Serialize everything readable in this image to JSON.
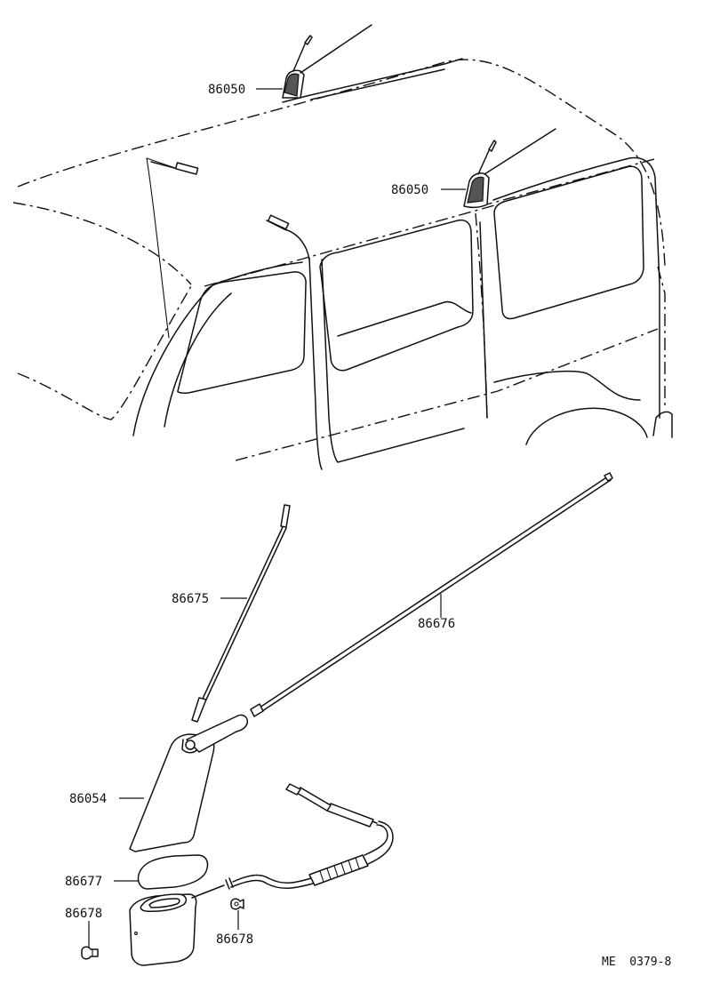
{
  "parts": {
    "antenna_assy_upper_left": "86050",
    "antenna_assy_upper_right": "86050",
    "antenna_mast_short": "86675",
    "antenna_rod_long": "86676",
    "antenna_base": "86054",
    "antenna_pad": "86677",
    "antenna_clamp_left": "86678",
    "antenna_clamp_right": "86678"
  },
  "reference_code": "ME  0379-8"
}
